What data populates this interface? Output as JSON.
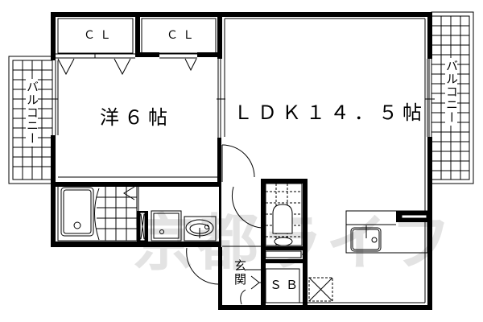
{
  "floor_plan": {
    "rooms": {
      "western_room": {
        "label": "洋６帖",
        "type": "Western-style room",
        "size_jo": 6
      },
      "ldk": {
        "label": "ＬＤＫ１４．５帖",
        "type": "Living Dining Kitchen",
        "size_jo": 14.5
      },
      "closet_left": {
        "label": "ＣＬ"
      },
      "closet_right": {
        "label": "ＣＬ"
      },
      "balcony_left": {
        "label": "バルコニー"
      },
      "balcony_right": {
        "label": "バルコニー"
      },
      "entrance": {
        "label": "玄関"
      },
      "shoe_box": {
        "label": "ＳＢ"
      }
    },
    "fixtures": [
      "bathtub",
      "washing-machine-space",
      "washbasin",
      "toilet",
      "kitchen-sink",
      "refrigerator-space"
    ],
    "watermark": "京都ライフ",
    "colors": {
      "wall": "#000000",
      "background": "#ffffff",
      "watermark": "#e3e3e3"
    }
  }
}
